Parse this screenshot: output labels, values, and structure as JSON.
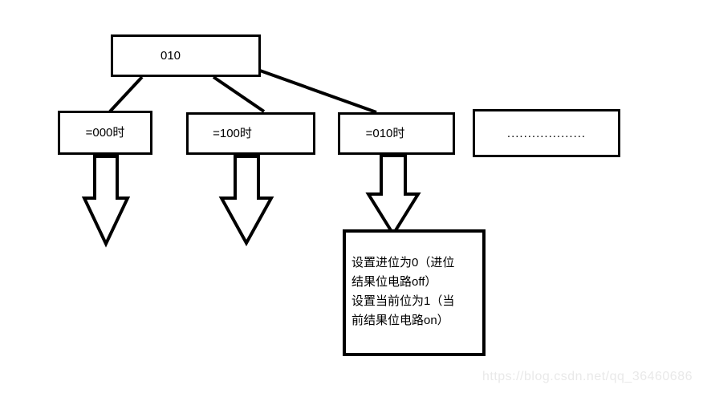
{
  "diagram": {
    "root_box": {
      "label": "010"
    },
    "branch_boxes": [
      {
        "label": "=000时"
      },
      {
        "label": "=100时"
      },
      {
        "label": "=010时"
      },
      {
        "label": "..................."
      }
    ],
    "detail_box": {
      "lines": [
        "设置进位为0（进位",
        "结果位电路off）",
        "设置当前位为1（当",
        "前结果位电路on）"
      ]
    }
  },
  "watermark": {
    "text": "https://blog.csdn.net/qq_36460686",
    "color": "#e9e9e9"
  },
  "colors": {
    "stroke": "#000000",
    "background": "#ffffff"
  }
}
